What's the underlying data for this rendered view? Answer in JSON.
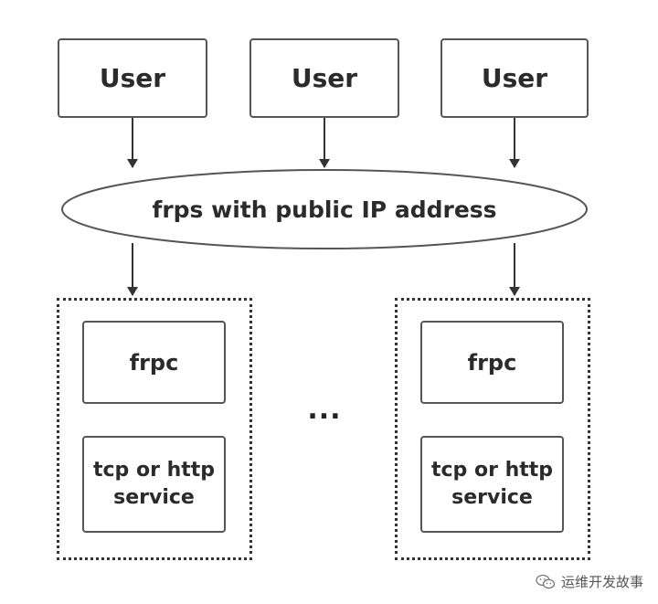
{
  "users": [
    {
      "label": "User"
    },
    {
      "label": "User"
    },
    {
      "label": "User"
    }
  ],
  "server": {
    "label": "frps with public IP address"
  },
  "groups": [
    {
      "frpc_label": "frpc",
      "service_label": "tcp or http service"
    },
    {
      "frpc_label": "frpc",
      "service_label": "tcp or http service"
    }
  ],
  "ellipsis": "...",
  "watermark": {
    "text": "运维开发故事",
    "icon": "wechat-icon"
  },
  "colors": {
    "stroke": "#555555",
    "text": "#2b2b2b",
    "background": "#ffffff"
  }
}
